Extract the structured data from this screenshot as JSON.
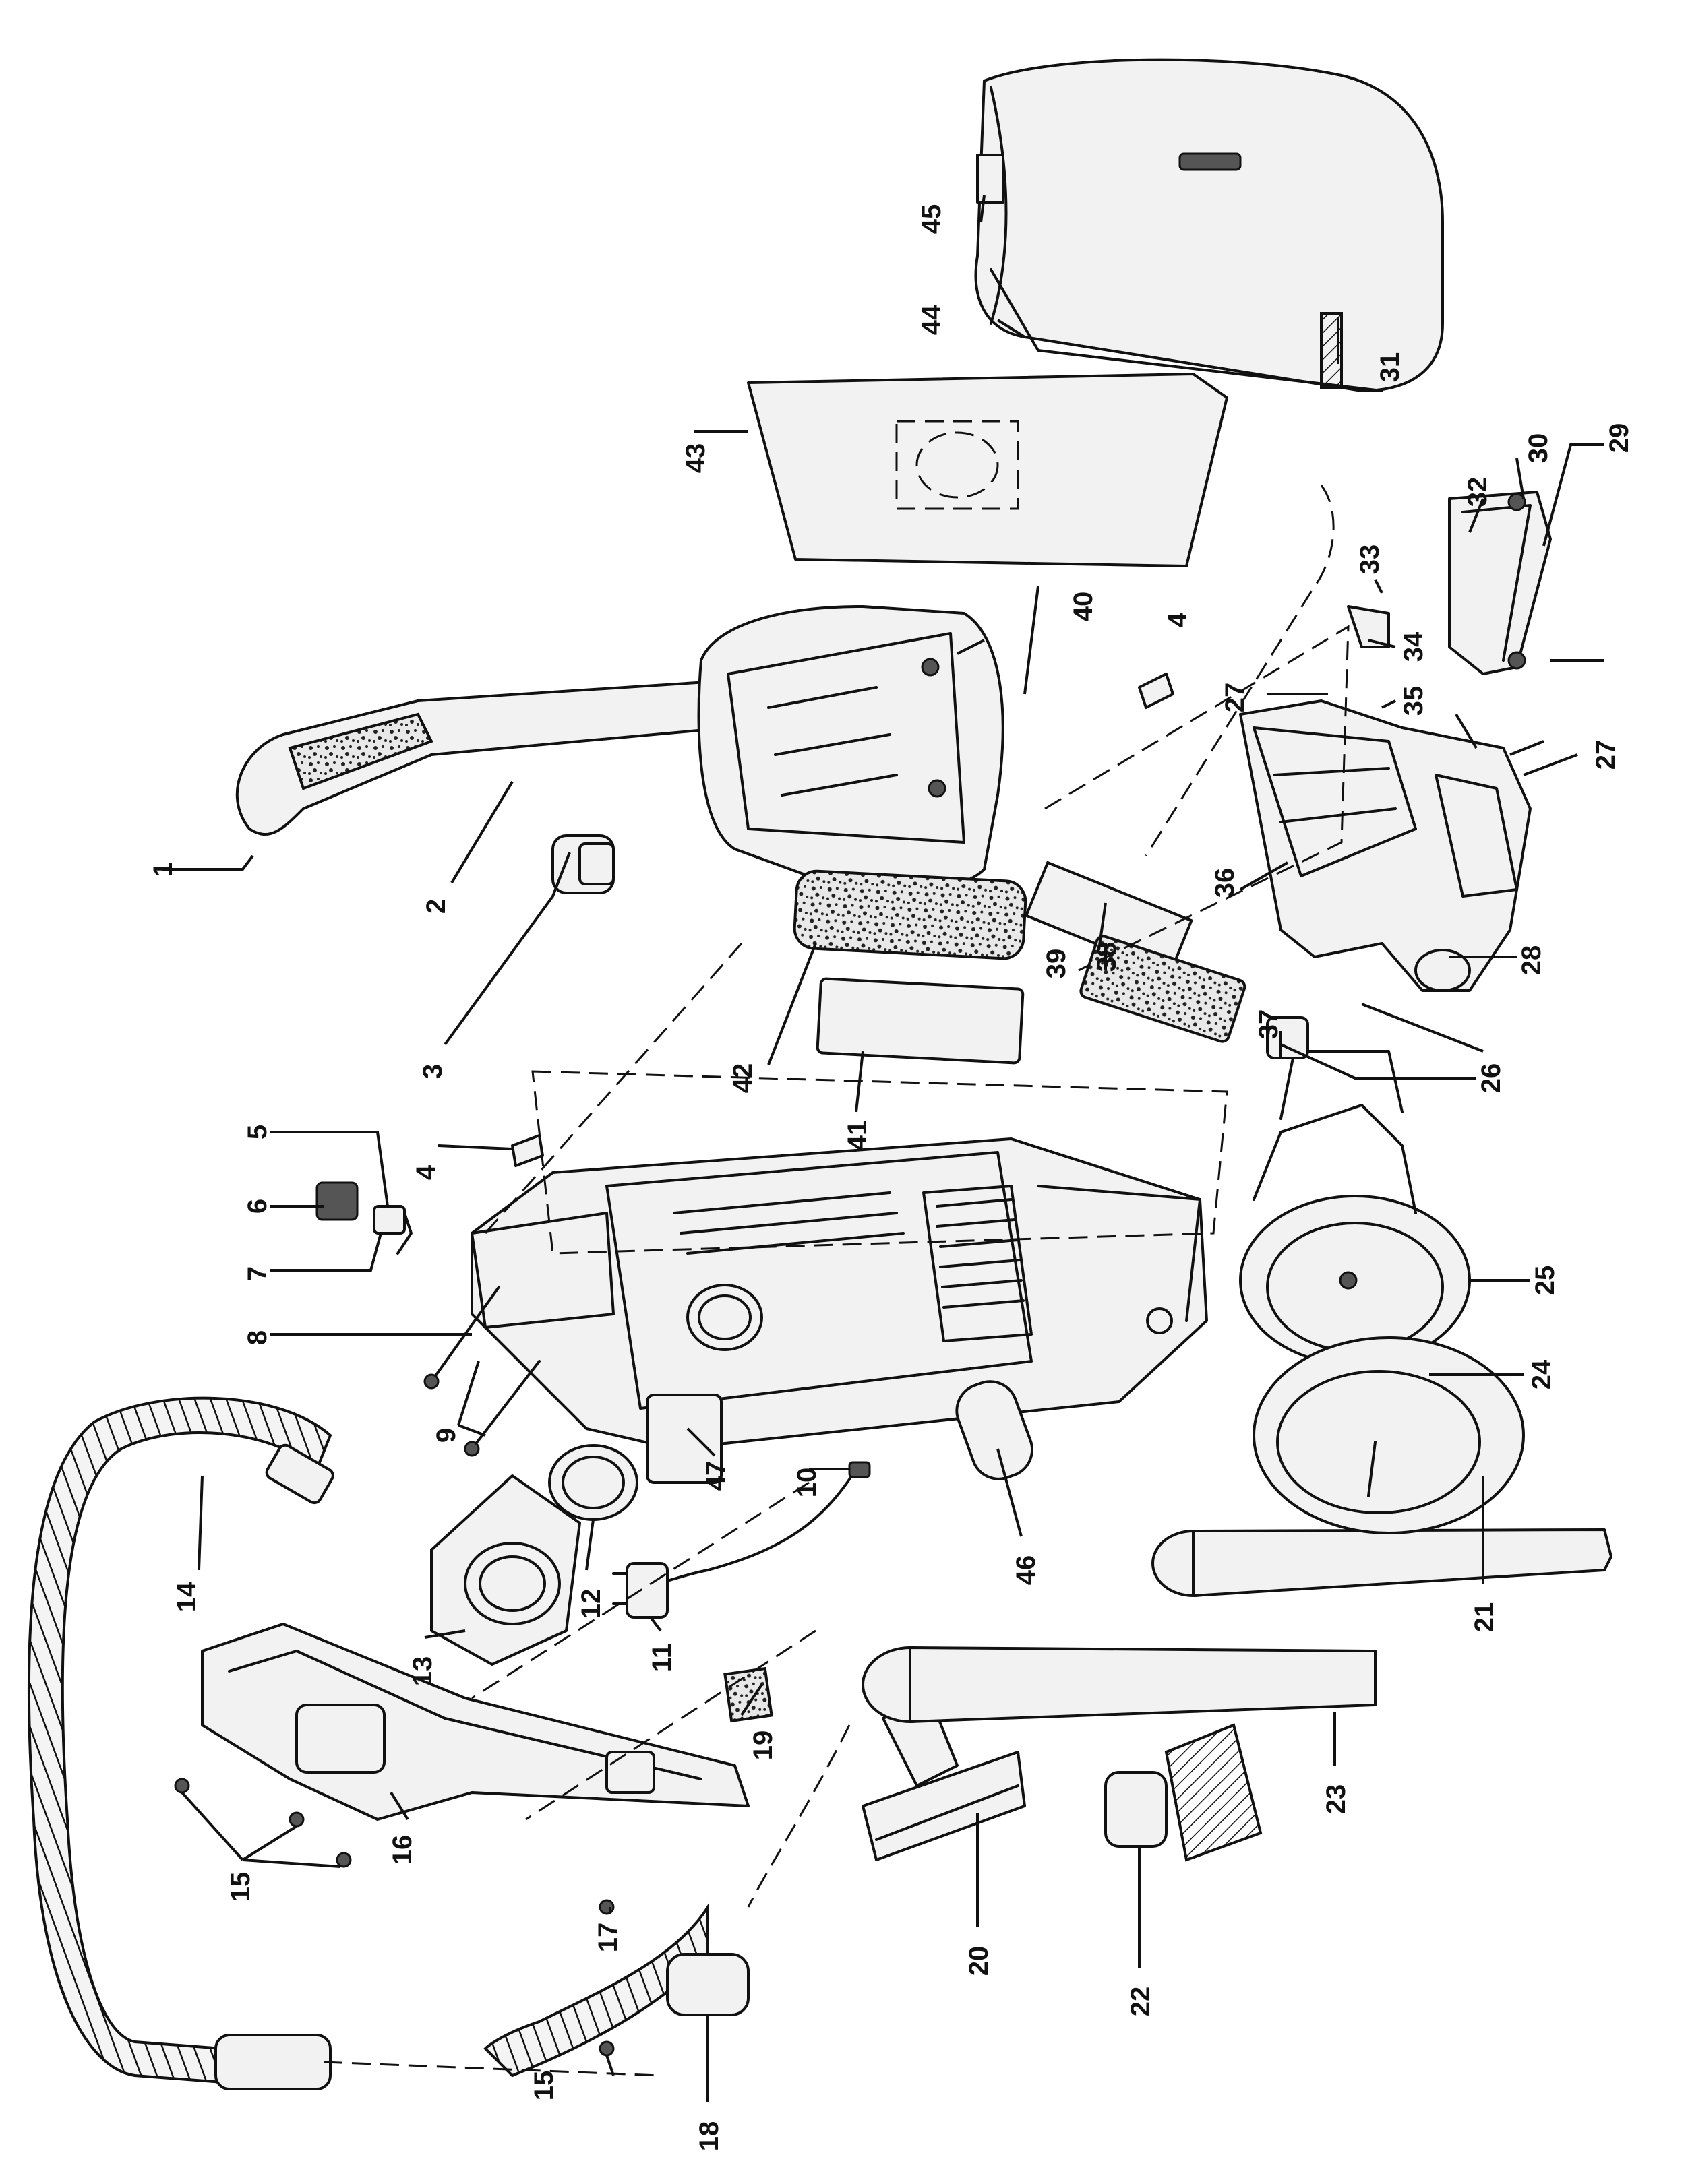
{
  "figure": {
    "description_visible": false,
    "callouts": [
      {
        "id": "c1",
        "label": "1"
      },
      {
        "id": "c2",
        "label": "2"
      },
      {
        "id": "c3",
        "label": "3"
      },
      {
        "id": "c4a",
        "label": "4"
      },
      {
        "id": "c4b",
        "label": "4"
      },
      {
        "id": "c5",
        "label": "5"
      },
      {
        "id": "c6",
        "label": "6"
      },
      {
        "id": "c7",
        "label": "7"
      },
      {
        "id": "c8",
        "label": "8"
      },
      {
        "id": "c9",
        "label": "9"
      },
      {
        "id": "c10",
        "label": "10"
      },
      {
        "id": "c11",
        "label": "11"
      },
      {
        "id": "c12",
        "label": "12"
      },
      {
        "id": "c13",
        "label": "13"
      },
      {
        "id": "c14",
        "label": "14"
      },
      {
        "id": "c15a",
        "label": "15"
      },
      {
        "id": "c15b",
        "label": "15"
      },
      {
        "id": "c16",
        "label": "16"
      },
      {
        "id": "c17",
        "label": "17"
      },
      {
        "id": "c18",
        "label": "18"
      },
      {
        "id": "c19",
        "label": "19"
      },
      {
        "id": "c20",
        "label": "20"
      },
      {
        "id": "c21",
        "label": "21"
      },
      {
        "id": "c22",
        "label": "22"
      },
      {
        "id": "c23",
        "label": "23"
      },
      {
        "id": "c24",
        "label": "24"
      },
      {
        "id": "c25",
        "label": "25"
      },
      {
        "id": "c26",
        "label": "26"
      },
      {
        "id": "c27a",
        "label": "27"
      },
      {
        "id": "c27b",
        "label": "27"
      },
      {
        "id": "c27c",
        "label": "27"
      },
      {
        "id": "c28",
        "label": "28"
      },
      {
        "id": "c29",
        "label": "29"
      },
      {
        "id": "c30",
        "label": "30"
      },
      {
        "id": "c31",
        "label": "31"
      },
      {
        "id": "c32",
        "label": "32"
      },
      {
        "id": "c33",
        "label": "33"
      },
      {
        "id": "c34",
        "label": "34"
      },
      {
        "id": "c35",
        "label": "35"
      },
      {
        "id": "c36",
        "label": "36"
      },
      {
        "id": "c37",
        "label": "37"
      },
      {
        "id": "c38",
        "label": "38"
      },
      {
        "id": "c39",
        "label": "39"
      },
      {
        "id": "c40",
        "label": "40"
      },
      {
        "id": "c41",
        "label": "41"
      },
      {
        "id": "c42",
        "label": "42"
      },
      {
        "id": "c43",
        "label": "43"
      },
      {
        "id": "c44",
        "label": "44"
      },
      {
        "id": "c45",
        "label": "45"
      },
      {
        "id": "c46",
        "label": "46"
      },
      {
        "id": "c47",
        "label": "47"
      }
    ]
  },
  "colors": {
    "line": "#111111",
    "background": "#ffffff",
    "fill": "#f2f2f2"
  }
}
